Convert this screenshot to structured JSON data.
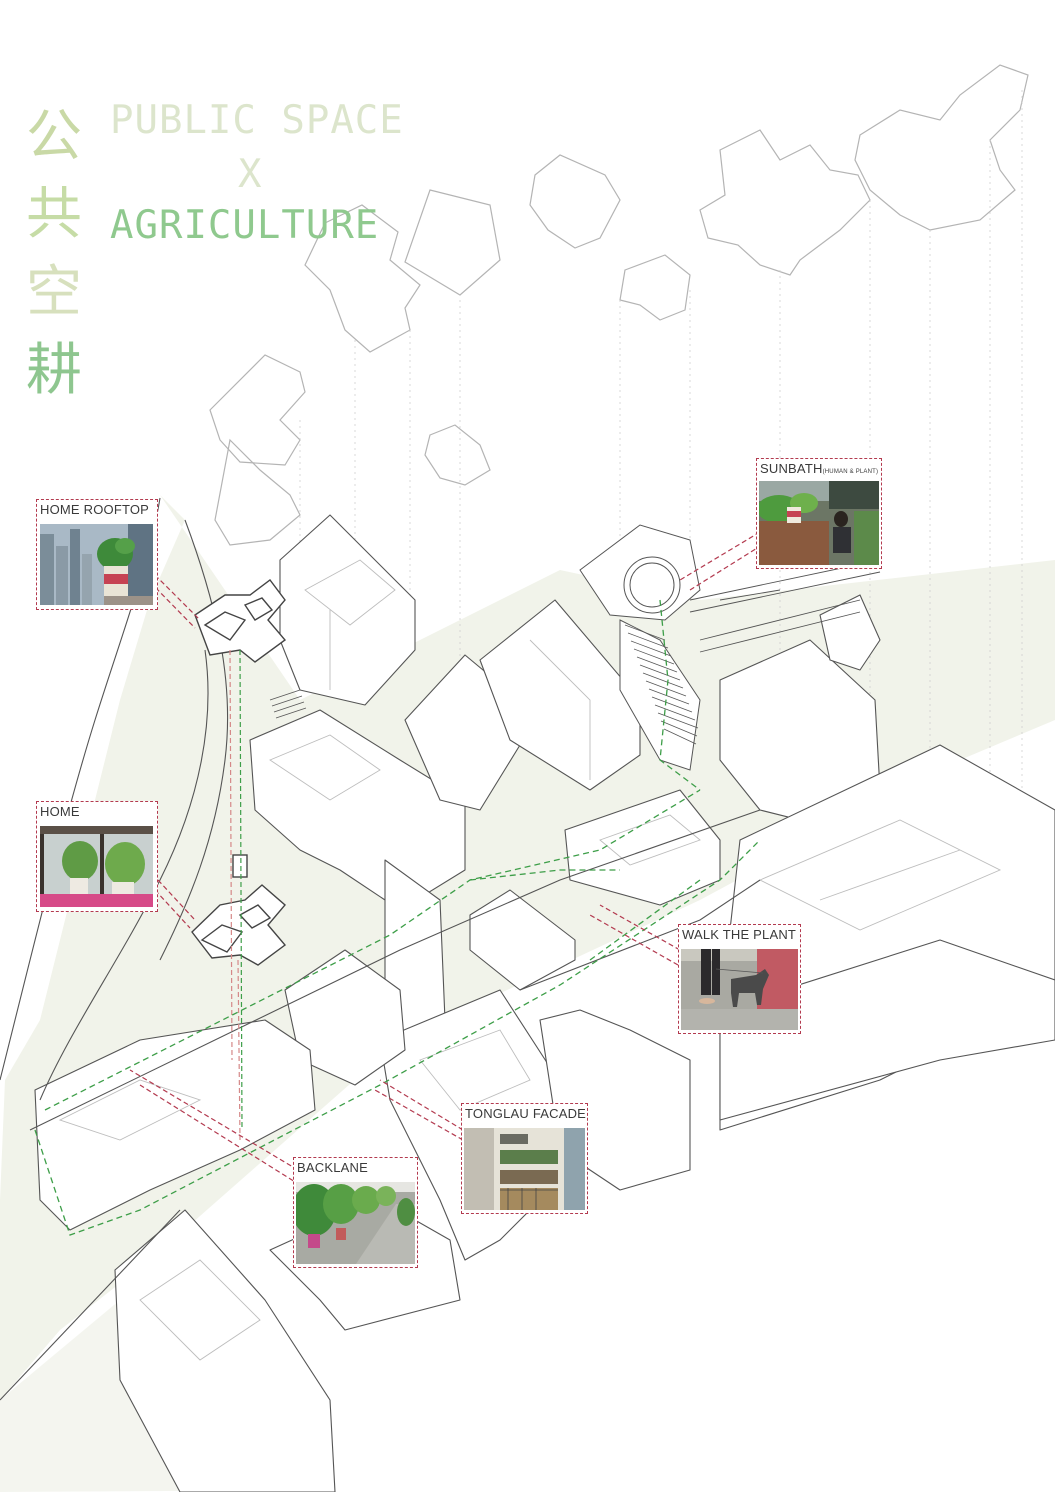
{
  "title": {
    "chinese_chars": [
      "公",
      "共",
      "空",
      "耕"
    ],
    "line1": "PUBLIC SPACE",
    "line2": "X",
    "line3": "AGRICULTURE"
  },
  "callouts": [
    {
      "key": "home_rooftop",
      "label": "HOME ROOFTOP"
    },
    {
      "key": "home",
      "label": "HOME"
    },
    {
      "key": "sunbath",
      "label": "SUNBATH",
      "sublabel": "(HUMAN & PLANT)"
    },
    {
      "key": "walk_the_plant",
      "label": "WALK THE PLANT"
    },
    {
      "key": "tonglau_facade",
      "label": "TONGLAU FACADE"
    },
    {
      "key": "backlane",
      "label": "BACKLANE"
    }
  ],
  "colors": {
    "linework": "#555555",
    "faint_linework": "#b4b4b4",
    "ground": "#f1f3ea",
    "route_green": "#3d9e48",
    "callout_red": "#b33a4f",
    "title_light": "#dce5cc",
    "title_green": "#8fc98e"
  }
}
